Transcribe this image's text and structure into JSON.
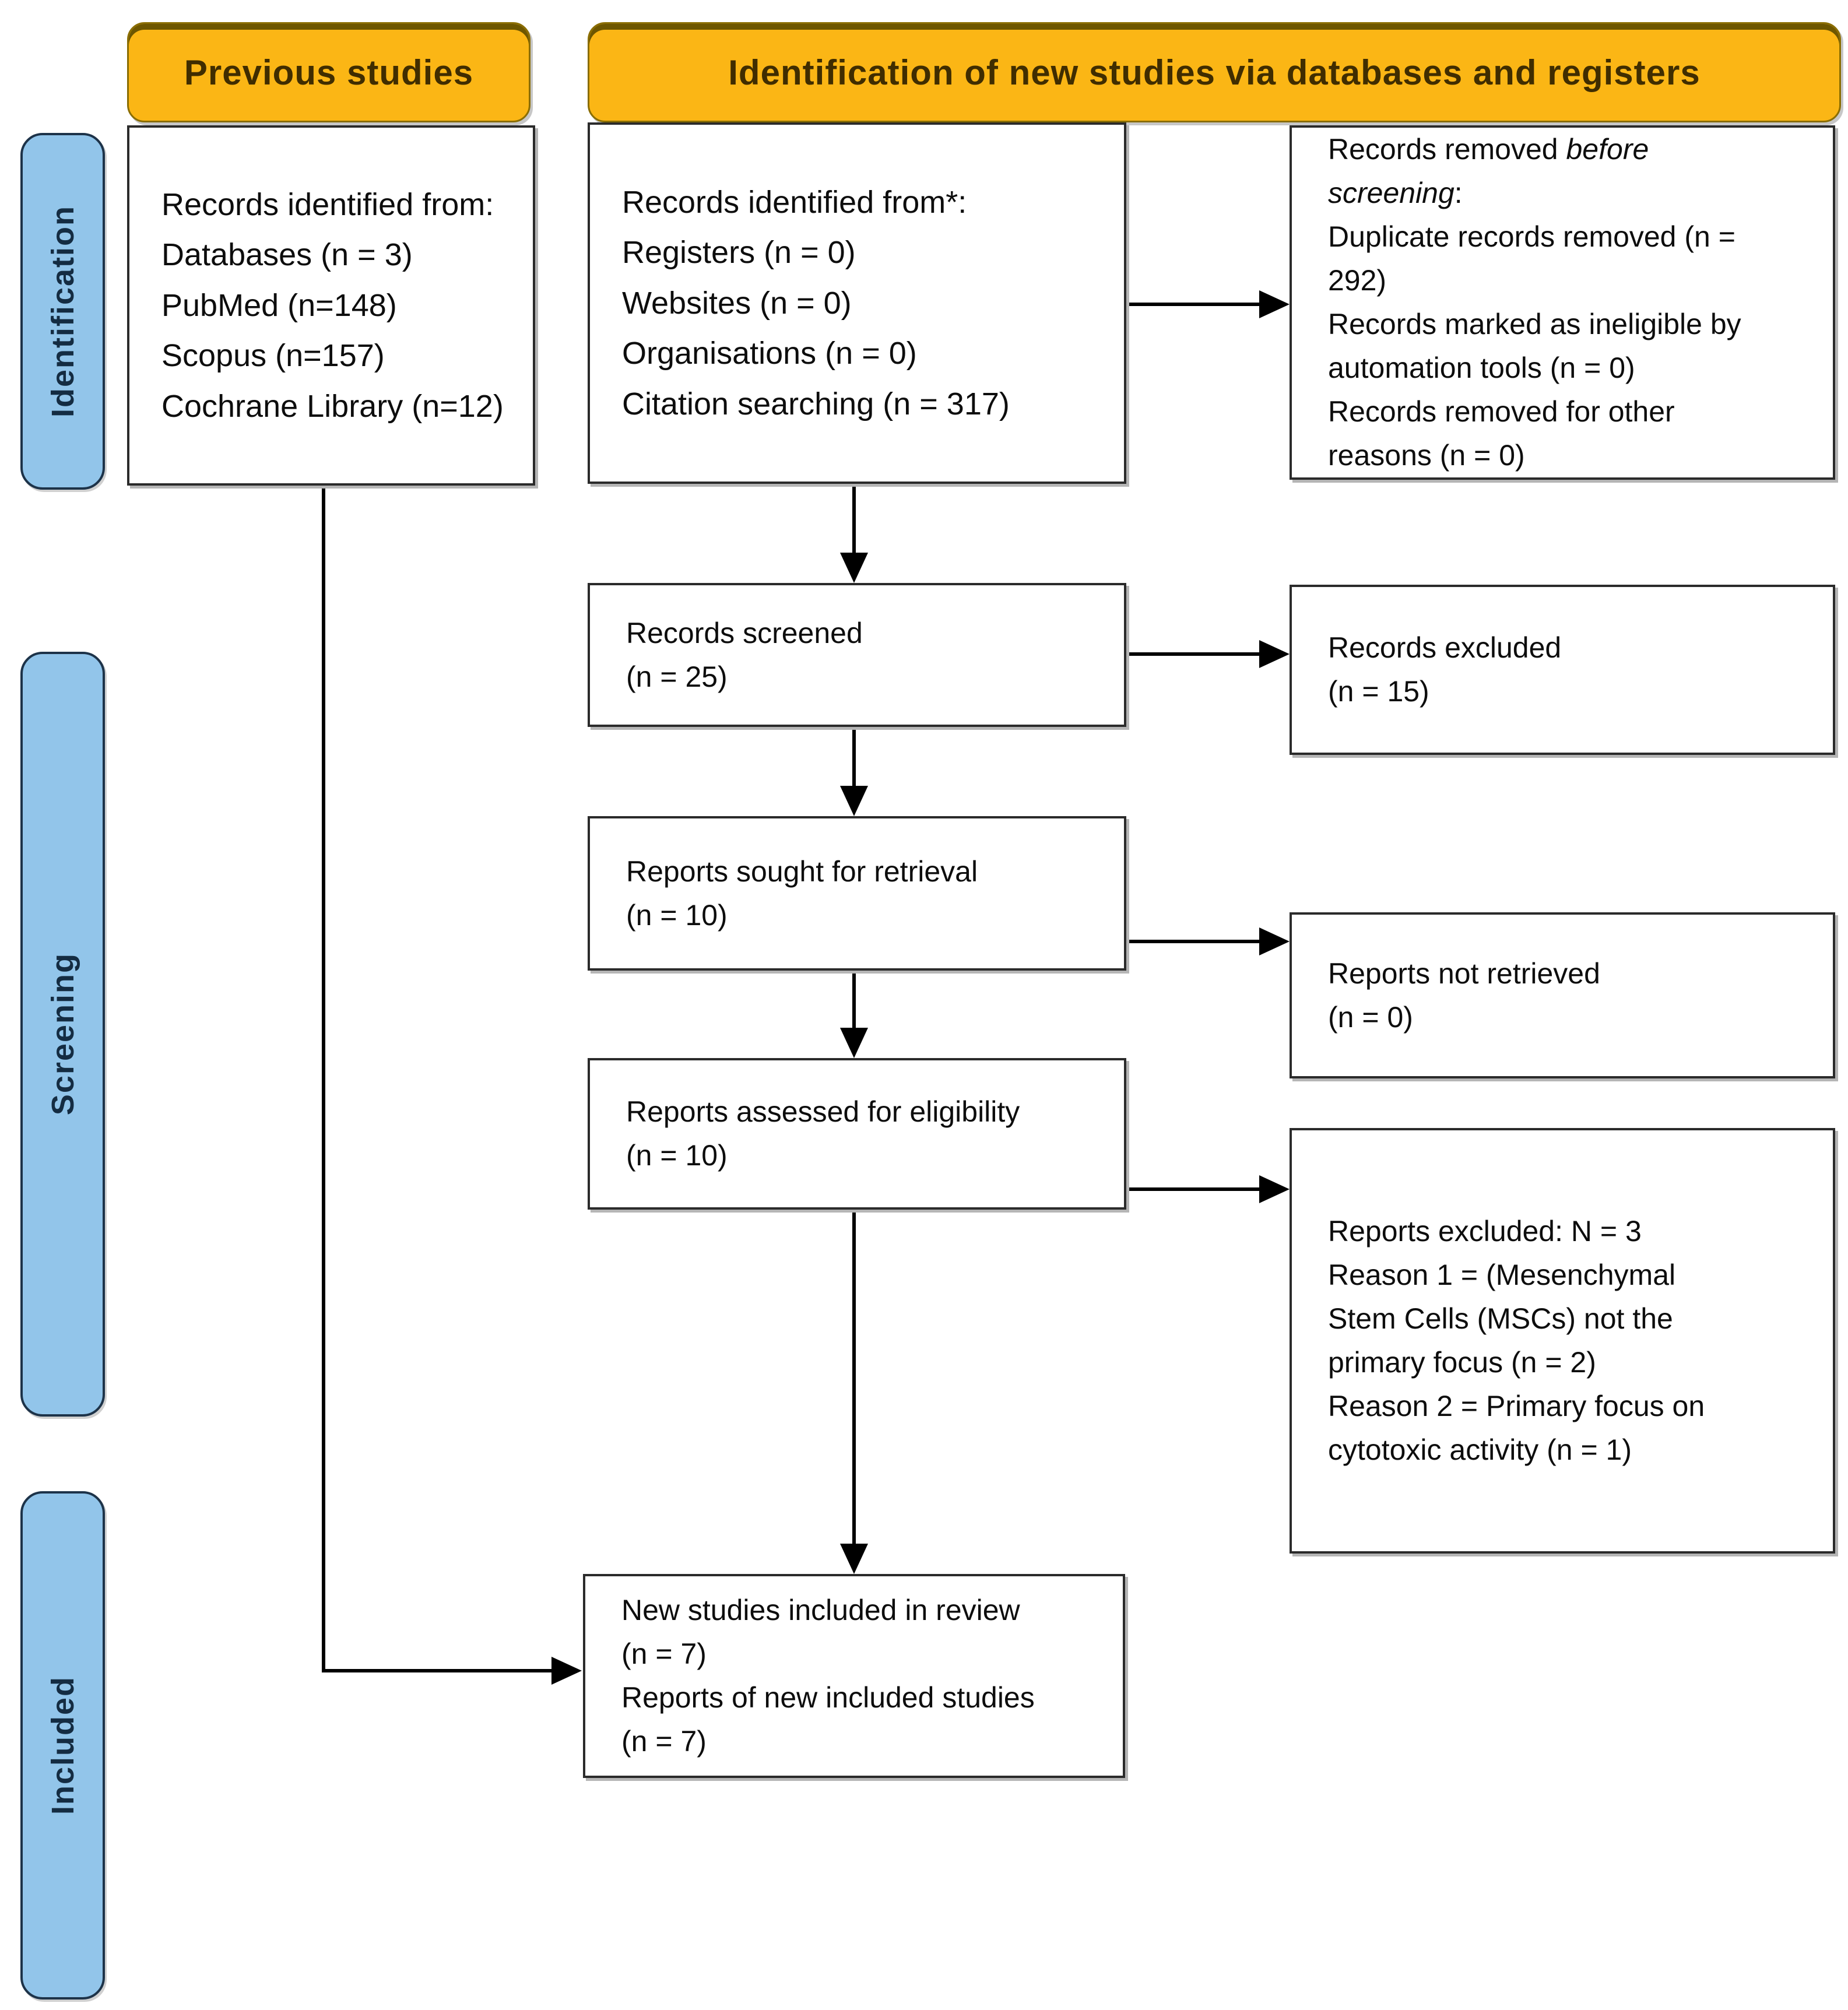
{
  "headers": {
    "previous_studies": "Previous studies",
    "new_studies": "Identification of new studies via databases and registers"
  },
  "stages": {
    "identification": "Identification",
    "screening": "Screening",
    "included": "Included"
  },
  "boxes": {
    "previous_records": {
      "lines": [
        "Records identified from:",
        "Databases (n = 3)",
        "PubMed (n=148)",
        "Scopus (n=157)",
        "Cochrane Library (n=12)"
      ]
    },
    "records_identified": {
      "lines": [
        "Records identified from*:",
        "Registers (n = 0)",
        "Websites (n = 0)",
        "Organisations (n = 0)",
        "Citation searching (n = 317)"
      ]
    },
    "records_removed": {
      "heading_prefix": "Records removed ",
      "heading_italic": "before screening",
      "heading_suffix": ":",
      "lines": [
        "Duplicate records removed (n = 292)",
        "Records marked as ineligible by automation tools (n = 0)",
        "Records removed for other reasons (n = 0)"
      ]
    },
    "records_screened": {
      "lines": [
        "Records screened",
        "(n = 25)"
      ]
    },
    "records_excluded": {
      "lines": [
        "Records excluded",
        "(n = 15)"
      ]
    },
    "reports_sought": {
      "lines": [
        "Reports sought for retrieval",
        "(n = 10)"
      ]
    },
    "reports_not_retrieved": {
      "lines": [
        "Reports not retrieved",
        "(n = 0)"
      ]
    },
    "reports_assessed": {
      "lines": [
        "Reports assessed for eligibility",
        "(n = 10)"
      ]
    },
    "reports_excluded": {
      "lines": [
        "Reports excluded: N = 3",
        "Reason 1 = (Mesenchymal Stem Cells (MSCs) not the primary focus (n = 2)",
        "Reason 2 = Primary focus on cytotoxic activity (n = 1)"
      ]
    },
    "new_studies": {
      "lines": [
        "New studies included in review",
        "(n = 7)",
        "Reports of new included studies",
        "(n = 7)"
      ]
    }
  },
  "colors": {
    "header_fill": "#FBB615",
    "header_border": "#8a6d00",
    "header_band": "#6d5600",
    "header_text": "#402d00",
    "stage_fill": "#92C5EA",
    "stage_border": "#1d3349",
    "stage_text": "#142c42",
    "box_border": "#2b2b2b",
    "box_text": "#0d0d0d",
    "arrow": "#000000",
    "shadow": "#b5b5b5"
  }
}
